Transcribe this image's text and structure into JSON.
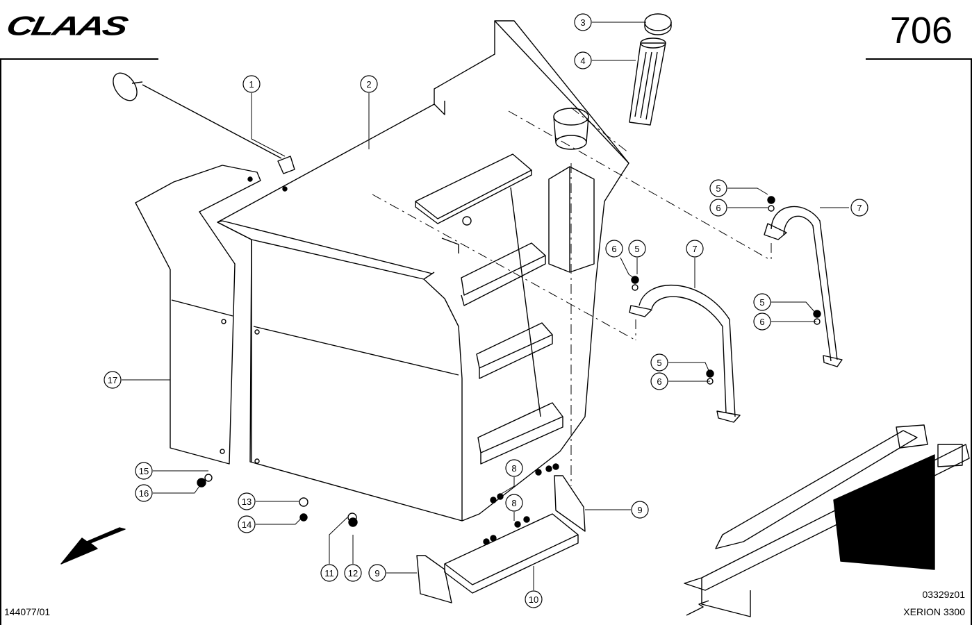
{
  "header": {
    "brand": "CLAAS",
    "page_number": "706"
  },
  "footer": {
    "drawing_number": "144077/01",
    "image_ref": "03329z01",
    "model": "XERION 3300"
  },
  "callouts": [
    {
      "label": "1"
    },
    {
      "label": "2"
    },
    {
      "label": "3"
    },
    {
      "label": "4"
    },
    {
      "label": "5"
    },
    {
      "label": "6"
    },
    {
      "label": "7"
    },
    {
      "label": "6"
    },
    {
      "label": "5"
    },
    {
      "label": "7"
    },
    {
      "label": "5"
    },
    {
      "label": "6"
    },
    {
      "label": "5"
    },
    {
      "label": "6"
    },
    {
      "label": "17"
    },
    {
      "label": "8"
    },
    {
      "label": "8"
    },
    {
      "label": "9"
    },
    {
      "label": "15"
    },
    {
      "label": "16"
    },
    {
      "label": "13"
    },
    {
      "label": "14"
    },
    {
      "label": "11"
    },
    {
      "label": "12"
    },
    {
      "label": "9"
    },
    {
      "label": "10"
    }
  ]
}
